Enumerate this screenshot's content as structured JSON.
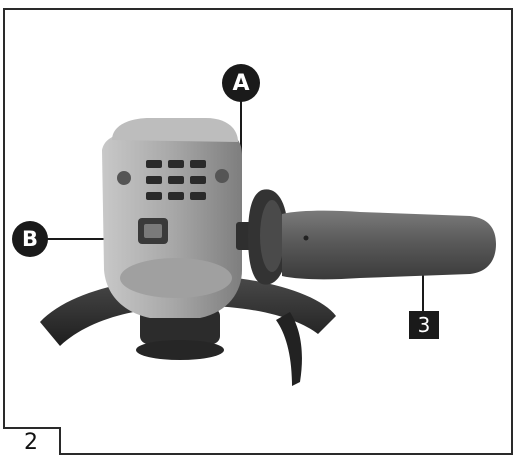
{
  "figure": {
    "number": "2",
    "callouts": {
      "a": "A",
      "b": "B",
      "three": "3"
    }
  },
  "colors": {
    "frame": "#2a2a2a",
    "callout_bg": "#1a1a1a",
    "tool_body": "#9a9a9a",
    "tool_dark": "#3a3a3a",
    "handle": "#5e5e5e"
  }
}
